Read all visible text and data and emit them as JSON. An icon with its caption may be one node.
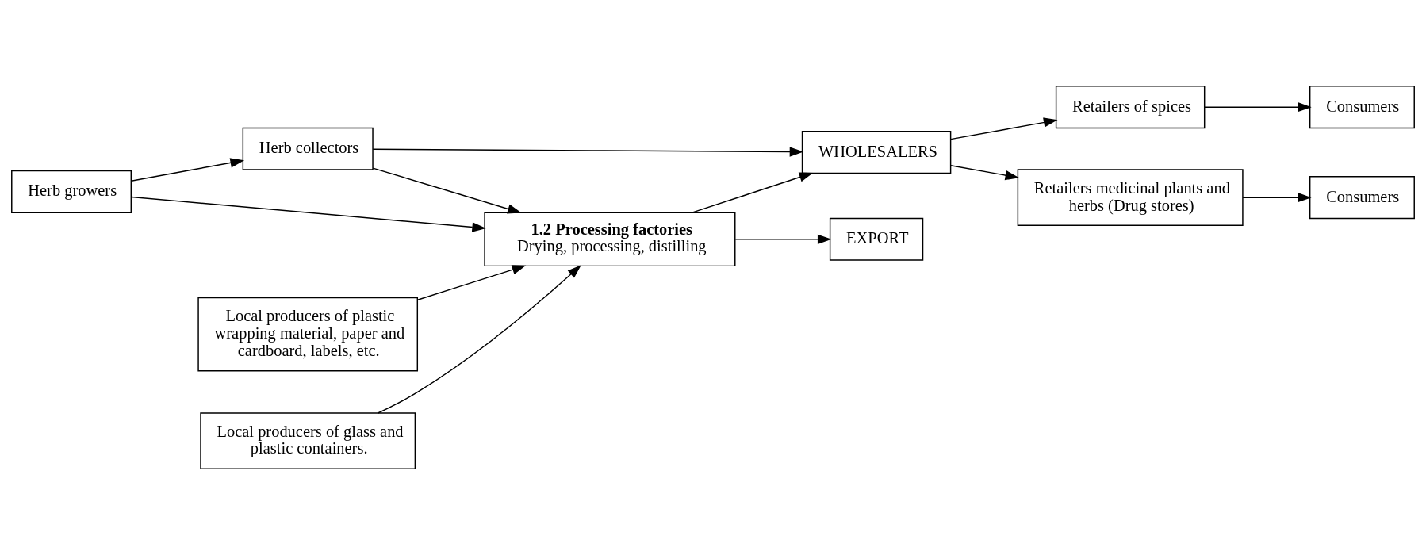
{
  "diagram": {
    "nodes": [
      {
        "text": [
          "Herb collectors"
        ]
      },
      {
        "text": [
          "Herb growers"
        ]
      },
      {
        "text": [
          "1.2 Processing factories",
          "Drying, processing, distilling"
        ]
      },
      {
        "text": [
          "WHOLESALERS"
        ]
      },
      {
        "text": [
          "Retailers of spices"
        ]
      },
      {
        "text": [
          "Consumers"
        ]
      },
      {
        "text": [
          "Retailers medicinal plants and herbs (Drug stores)"
        ]
      },
      {
        "text": [
          "Consumers"
        ]
      },
      {
        "text": [
          "EXPORT"
        ]
      },
      {
        "text": [
          "Local producers of plastic wrapping material, paper and cardboard, labels, etc."
        ]
      },
      {
        "text": [
          "Local producers of glass and plastic containers."
        ]
      }
    ],
    "edges": [
      {
        "from": 1,
        "to": 0,
        "arrow": "to"
      },
      {
        "from": 0,
        "to": 2,
        "arrow": "to"
      },
      {
        "from": 1,
        "to": 2,
        "arrow": "to"
      },
      {
        "from": 0,
        "to": 3,
        "arrow": "to"
      },
      {
        "from": 2,
        "to": 3,
        "arrow": "to"
      },
      {
        "from": 3,
        "to": 4,
        "arrow": "to"
      },
      {
        "from": 4,
        "to": 5,
        "arrow": "to"
      },
      {
        "from": 3,
        "to": 6,
        "arrow": "to"
      },
      {
        "from": 6,
        "to": 7,
        "arrow": "to"
      },
      {
        "from": 2,
        "to": 8,
        "arrow": "to"
      },
      {
        "from": 9,
        "to": 2,
        "arrow": "to"
      },
      {
        "from": 10,
        "to": 2,
        "arrow": "to"
      }
    ]
  }
}
